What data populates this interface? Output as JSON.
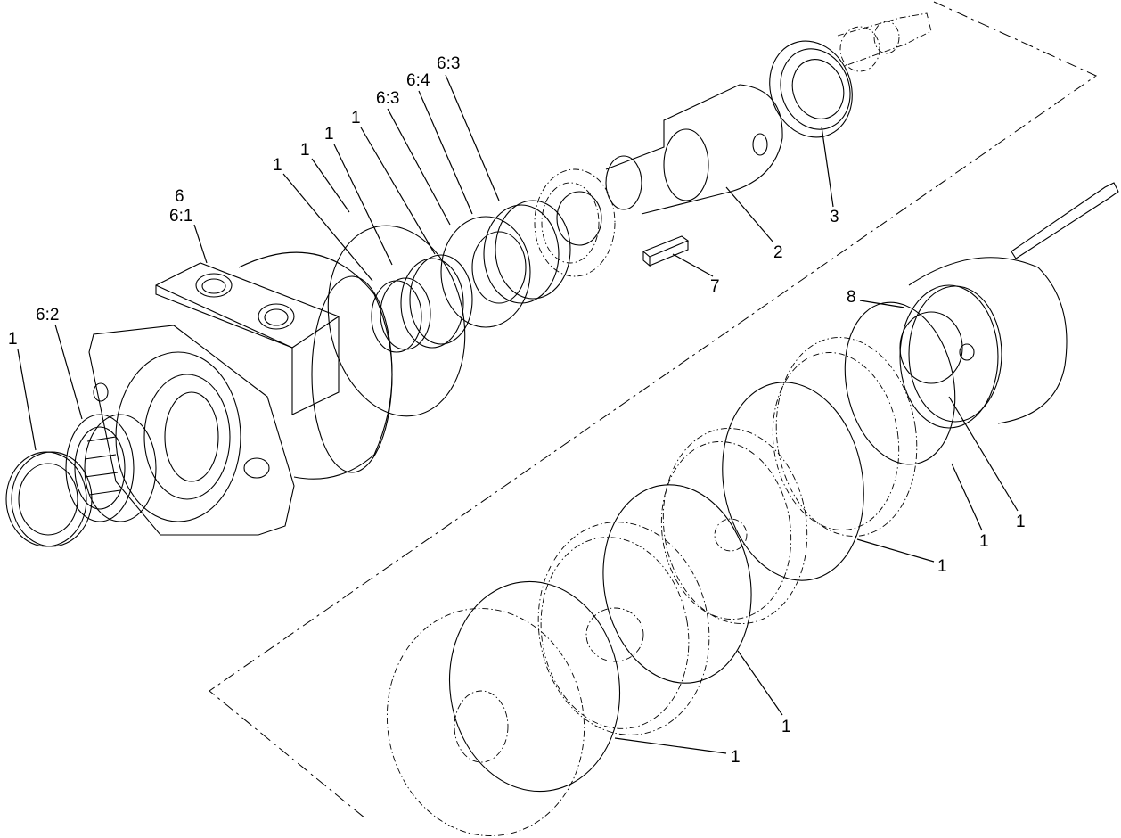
{
  "callouts": [
    {
      "id": "c-6",
      "label": "6"
    },
    {
      "id": "c-6-1",
      "label": "6:1"
    },
    {
      "id": "c-6-2",
      "label": "6:2"
    },
    {
      "id": "c-1-seal",
      "label": "1"
    },
    {
      "id": "c-1-a",
      "label": "1"
    },
    {
      "id": "c-1-b",
      "label": "1"
    },
    {
      "id": "c-1-c",
      "label": "1"
    },
    {
      "id": "c-1-d",
      "label": "1"
    },
    {
      "id": "c-6-3-a",
      "label": "6:3"
    },
    {
      "id": "c-6-4",
      "label": "6:4"
    },
    {
      "id": "c-6-3-b",
      "label": "6:3"
    },
    {
      "id": "c-2",
      "label": "2"
    },
    {
      "id": "c-3",
      "label": "3"
    },
    {
      "id": "c-7",
      "label": "7"
    },
    {
      "id": "c-8",
      "label": "8"
    },
    {
      "id": "c-1-e",
      "label": "1"
    },
    {
      "id": "c-1-f",
      "label": "1"
    },
    {
      "id": "c-1-g",
      "label": "1"
    },
    {
      "id": "c-1-h",
      "label": "1"
    },
    {
      "id": "c-1-i",
      "label": "1"
    }
  ],
  "colors": {
    "line": "#000000",
    "background": "#ffffff"
  }
}
